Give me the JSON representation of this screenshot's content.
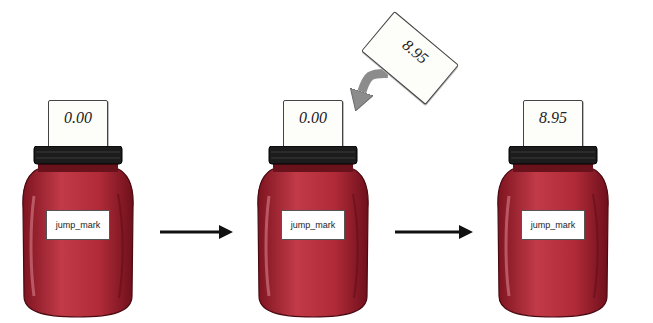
{
  "diagram": {
    "nodes": [
      {
        "text": [
          "0.00"
        ]
      },
      {
        "text": [
          "jump_mark"
        ]
      },
      {
        "text": [
          "8.95"
        ]
      },
      {
        "text": [
          "0.00"
        ]
      },
      {
        "text": [
          "jump_mark"
        ]
      },
      {
        "text": [
          "8.95"
        ]
      },
      {
        "text": [
          "jump_mark"
        ]
      }
    ],
    "edges": [
      {
        "from": 1,
        "to": 4,
        "arrow": "to"
      },
      {
        "from": 2,
        "to": 3,
        "arrow": "to"
      },
      {
        "from": 4,
        "to": 6,
        "arrow": "to"
      }
    ]
  }
}
